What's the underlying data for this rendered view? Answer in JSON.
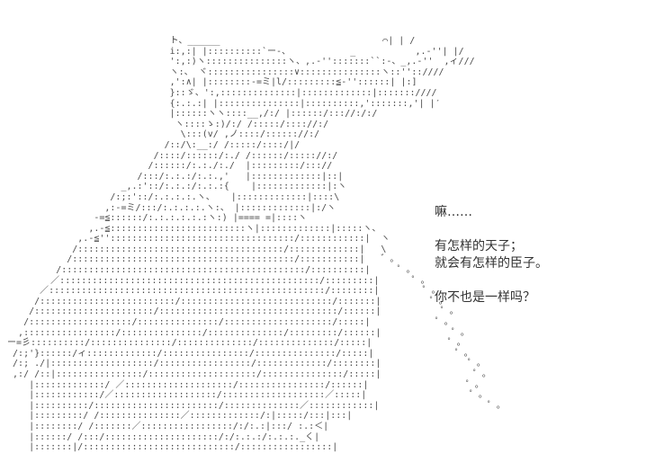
{
  "page": {
    "background_color": "#ffffff",
    "ink_color": "#4a4a4a",
    "text_color": "#333333"
  },
  "ascii_art": {
    "description": "ascii-art-character",
    "lines": [
      "                               ト、______                              ⌒| | /",
      "                               i:,:| |::::::::::`ー-、           _           ,.-''| |/",
      "                               ':,:)ヽ:::::::::::::::ヽ、,.-'':::::::``:-、_,.-''  ,ィ///",
      "                               ヽ:、 ヾ::::::::::::::::∨:::::::::::::::ヽ::''::////",
      "                               ,':∧| |::::::::-=ミ|l/:::::::::≦-''::::::| |:]",
      "                               }::ゞ、':,::::::::::::::|:::::::::::::|:::::::////",
      "                               {:.:.:| |:::::::::::::::|::::::::::,':::::::,'| |′",
      "                               |::::::ヽヽ::::__,/:/ |::::::/::://:/:/",
      "                                ヽ::::ゝ:)/:/ /:::::/:::://:/",
      "                                 \\:::(v/ ,ノ::::/:::::://:/",
      "                              /::/\\:__:/ /:::::/::::/|/",
      "                            /::::/::::::/:./ /::::::/::::://:/",
      "                           /::::::/:.:./:./  |:::::::::/::://",
      "                         /:::/:.:.:/:.:.,'   |:::::::::::::|::|",
      "                      _,.:'::/:.:.:/:.:.:{    |:::::::::::::|:ヽ",
      "                    /:;:'::/:.:.:.:.ヽ、   |:::::::::::::|::::\\",
      "                   ,:-=ミ/:::/:.:.:.:.ヽ:、 |:::::::::::::|:/ヽ",
      "                 -=≦::::::/:.:.:.:.:.:ヽ:) |==== =|::::ヽ",
      "                ,.-≦:::::::::::::::::::::::::ヽ|:::::::::::::|:::::ヽ、",
      "              ,.-≦''::::::::::::::::::::::::::::::::::/::::::::::::|  ヽ",
      "             /::::::::::::::::::::::::::::::::::::::/:::::::::::::|   \\",
      "            /:::::::::::::::::::::::::::::::::::::::::/:::::::::::|   ゛。",
      "          /:::::::::::::::::::::::::::::::::::::::::::::/::::::::::|     ゜。",
      "         ／::::::::::::::::::::::::::::::::::::::::::::::::/:::::::::|      ゜。",
      "       ／:::::::::::::::::::::::::::::::::::::::::::::::::::/::::::::|        ゜。",
      "      /:::::::::::::::::::::::::/::::::::::::::::::::::::::::/:::::::|         ゜。",
      "     /::::::::::::::::::::::/:::::::::::::::::::::::::::::::::/::::::|           ゜。",
      "    /:::::::::::::::::::/:::::::::::::::/::::::::::::::::::::/:::::|            ゜。",
      "   ,:::::::::::::::::/:::::::::::::::/::::::::::::::/:::::::::/::::::|             ゜。",
      " ー=彡::::::::::/:::::::::::::::/::::::::::::::/::::::::::::::/:::::|              ゜。",
      "  /:;'}::::::/ィ:::::::::::::/::::::::::::::::/:::::::::::::::/:::::|               ゜。",
      "  /:; ./|:::::::::::::::::::/:::::::::::::::::/:::::::::::::/::::::::|                ゜。",
      "  ,:/ /::|::::::::::::::::/::::::::::::::::::::/:::::::::::::::/:::::|                 ゜。",
      "     |:::::::::::::/ ／::::::::::::::::::::/::::::::::::::::/::::::|                  ゜。",
      "     |::::::::::::/／:::::::::::::::::::/:::::::::::::::::::／:::::|                   ゜。",
      "     |::::::::::/:::::::::::::::::::::::/::::::::::::::／::::::::::::|                    ゜。",
      "     |:::::::::/ /:::::::::::::::／:::::::::::::/:|:::::/:::|:::|",
      "     |::::::::/ /:::::::／:::::::::::::::::/:/:.:|:::/ :.:＜|",
      "     |::::::/ /:::/:::::::::::::::::::::/:/:.:.:/:.:.:._く|",
      "     |:::::::|/::::::::::::::::::::::::::::/:::::::::::::::::|"
    ]
  },
  "dialogue": {
    "lines": [
      "嘛……",
      "",
      "有怎样的天子；",
      "就会有怎样的臣子。",
      "",
      "你不也是一样吗？"
    ]
  }
}
